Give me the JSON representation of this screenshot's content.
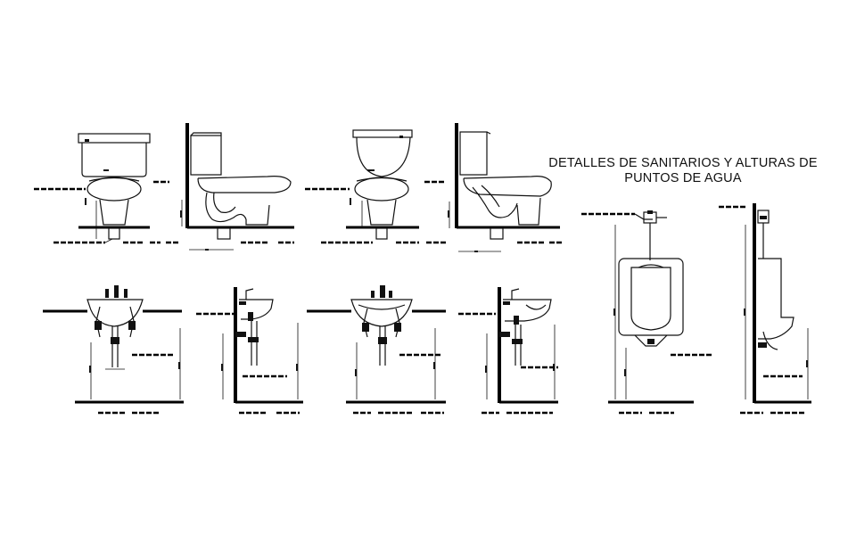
{
  "drawing": {
    "title_line1": "DETALLES DE SANITARIOS Y ALTURAS DE",
    "title_line2": "PUNTOS DE AGUA"
  },
  "colors": {
    "background": "#ffffff",
    "ink": "#111111"
  },
  "fixtures": [
    {
      "kind": "toilet",
      "view": "front"
    },
    {
      "kind": "toilet",
      "view": "side"
    },
    {
      "kind": "toilet",
      "view": "front"
    },
    {
      "kind": "toilet",
      "view": "side"
    },
    {
      "kind": "lavatory",
      "view": "front"
    },
    {
      "kind": "lavatory",
      "view": "side"
    },
    {
      "kind": "lavatory",
      "view": "front"
    },
    {
      "kind": "lavatory",
      "view": "side"
    },
    {
      "kind": "urinal",
      "view": "front"
    },
    {
      "kind": "urinal",
      "view": "side"
    }
  ]
}
